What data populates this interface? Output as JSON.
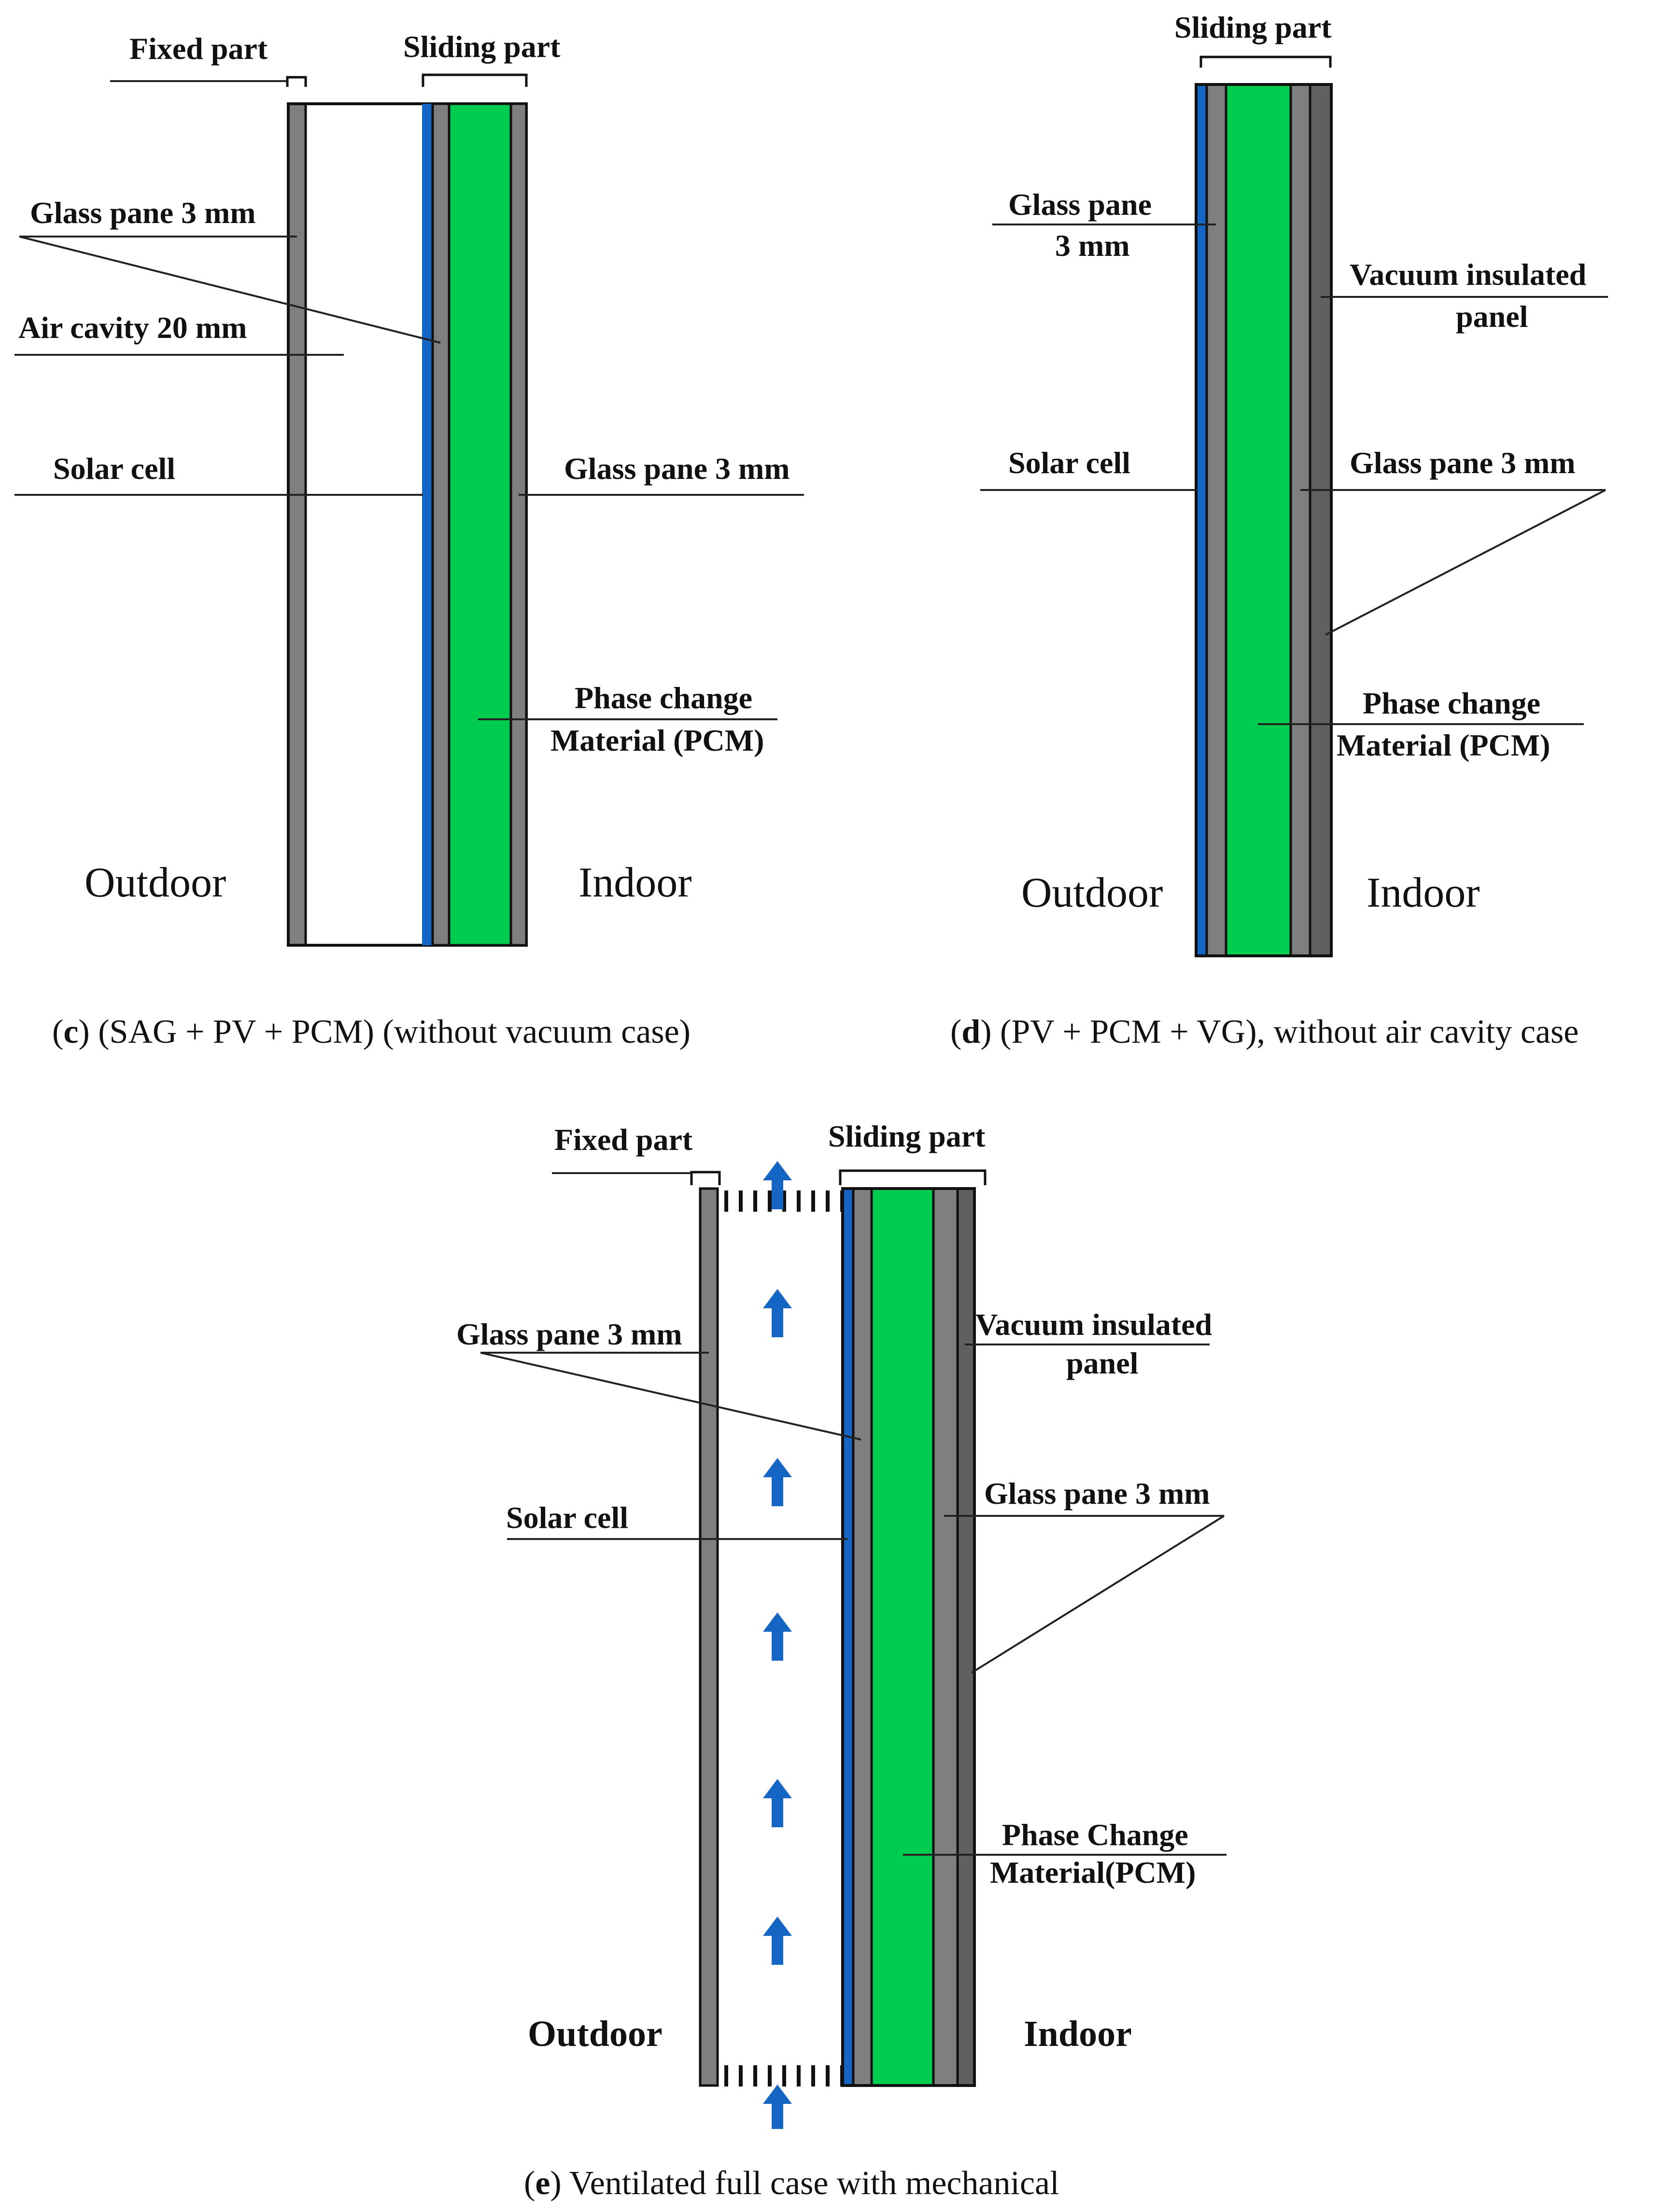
{
  "colors": {
    "glass": "#7f7f7f",
    "pcm": "#00cc4f",
    "solar_cell": "#1566c4",
    "vacuum_panel": "#606060",
    "air_arrow": "#1566c4"
  },
  "icons": {
    "airflow": "up-arrow-icon"
  },
  "panel_c": {
    "fixed_part": "Fixed part",
    "sliding_part": "Sliding part",
    "glass_left": "Glass pane 3 mm",
    "air_cavity": "Air cavity 20 mm",
    "solar_cell": "Solar cell",
    "glass_right": "Glass pane 3 mm",
    "pcm_line1": "Phase change",
    "pcm_line2": "Material (PCM)",
    "outdoor": "Outdoor",
    "indoor": "Indoor",
    "caption_letter": "c",
    "caption_text": ") (SAG + PV + PCM) (without vacuum case)"
  },
  "panel_d": {
    "sliding_part": "Sliding part",
    "glass_line1": "Glass pane",
    "glass_line2": "3 mm",
    "vip_line1": "Vacuum insulated",
    "vip_line2": "panel",
    "solar_cell": "Solar cell",
    "glass_right": "Glass pane 3 mm",
    "pcm_line1": "Phase change",
    "pcm_line2": "Material (PCM)",
    "outdoor": "Outdoor",
    "indoor": "Indoor",
    "caption_letter": "d",
    "caption_text": ") (PV + PCM + VG), without air cavity case"
  },
  "panel_e": {
    "fixed_part": "Fixed part",
    "sliding_part": "Sliding part",
    "glass_left": "Glass pane 3 mm",
    "vip_line1": "Vacuum insulated",
    "vip_line2": "panel",
    "solar_cell": "Solar cell",
    "glass_right": "Glass pane 3 mm",
    "pcm_line1": "Phase Change",
    "pcm_line2": "Material(PCM)",
    "outdoor": "Outdoor",
    "indoor": "Indoor",
    "caption_letter": "e",
    "caption_text": ") Ventilated full case with mechanical"
  }
}
